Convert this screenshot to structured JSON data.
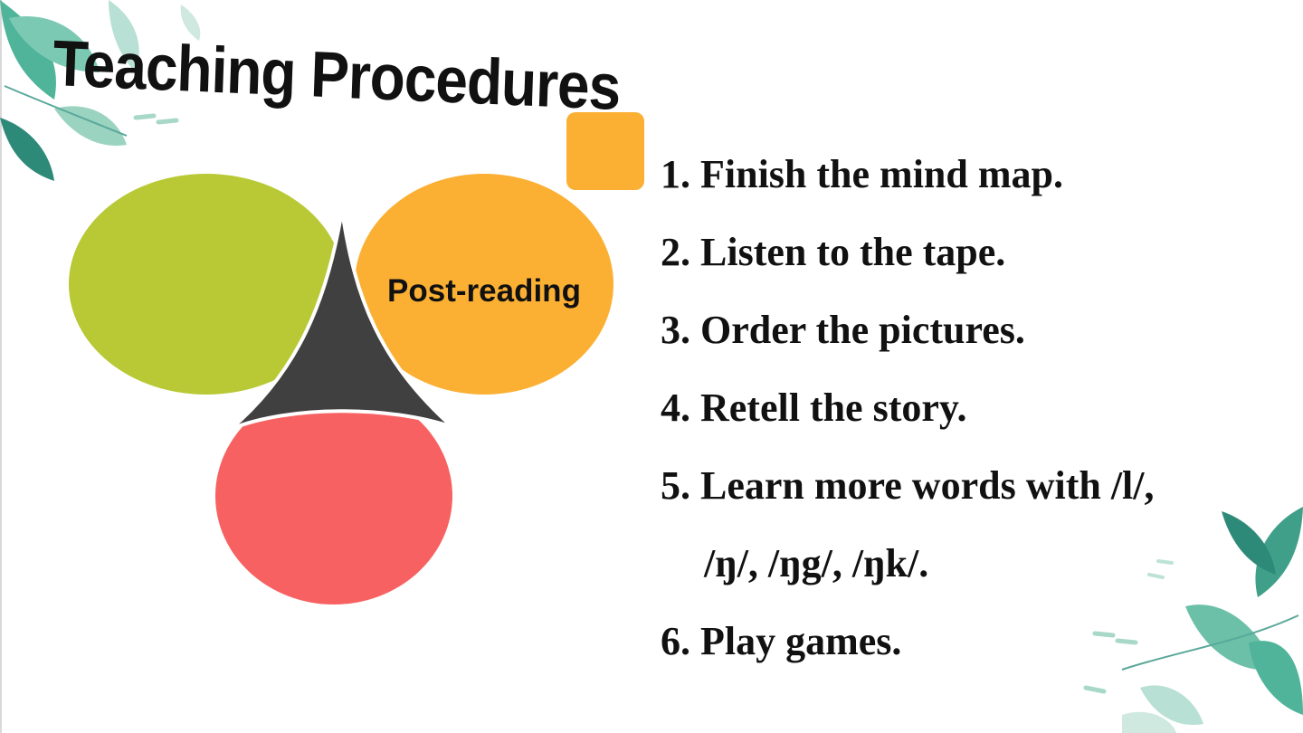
{
  "slide": {
    "title": "Teaching Procedures",
    "diagram": {
      "highlight_label": "Post-reading",
      "colors": {
        "green": "#b8c935",
        "orange": "#fbb034",
        "red": "#f86161",
        "center": "#404040"
      }
    },
    "steps": [
      "1. Finish the mind map.",
      "2. Listen to the tape.",
      "3. Order the pictures.",
      "4. Retell the story.",
      "5. Learn more words with  /l/,",
      "/ŋ/, /ŋg/, /ŋk/.",
      "6. Play games."
    ],
    "accent_color": "#fbb034",
    "decor": [
      "leaf-cluster-icon",
      "leaf-cluster-icon"
    ]
  }
}
